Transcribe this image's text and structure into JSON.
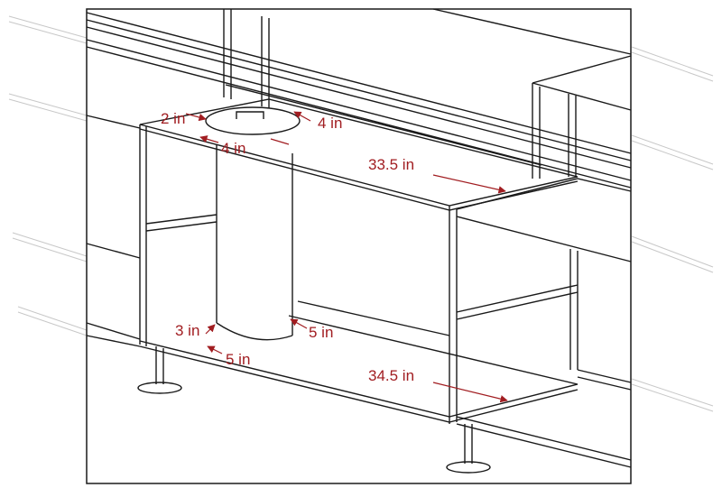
{
  "diagram": {
    "accent_color": "#a11d21",
    "line_color": "#1a1a1a",
    "ghost_color": "#c8c8c8",
    "top_dimensions": {
      "left_margin": "2 in",
      "back_margin": "4 in",
      "front_margin": "4 in",
      "length": "33.5 in"
    },
    "bottom_dimensions": {
      "left_margin": "3 in",
      "back_margin": "5 in",
      "front_margin": "5 in",
      "length": "34.5 in"
    }
  }
}
